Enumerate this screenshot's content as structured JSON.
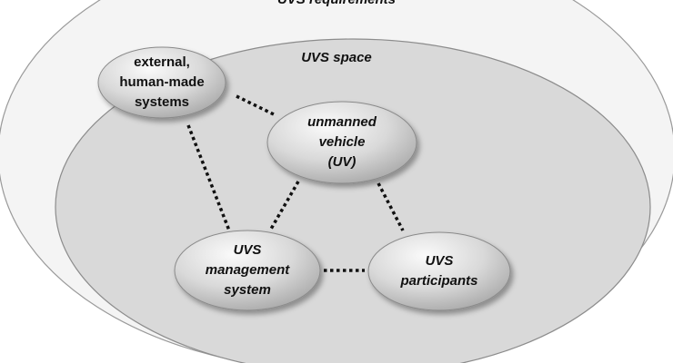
{
  "regions": {
    "requirements_label": "UVS requirements",
    "space_label": "UVS space"
  },
  "nodes": {
    "external": "external,\nhuman-made\nsystems",
    "uv": "unmanned\nvehicle\n(UV)",
    "management": "UVS\nmanagement\nsystem",
    "participants": "UVS\nparticipants"
  },
  "colors": {
    "outer_fill": "#f5f5f5",
    "inner_fill": "#dcdcdc",
    "node_fill_light": "#f2f2f2",
    "node_fill_dark": "#b8b8b8",
    "stroke": "#8a8a8a",
    "connector": "#111111"
  }
}
